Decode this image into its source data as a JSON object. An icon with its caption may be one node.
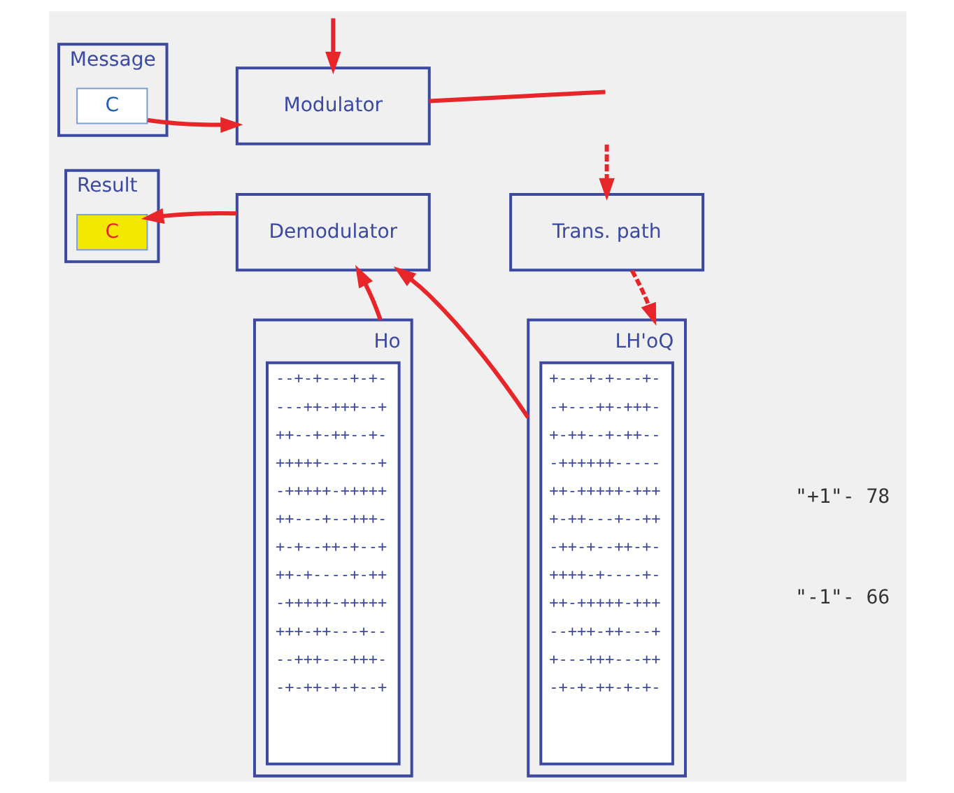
{
  "diagram": {
    "nodes": [
      {
        "text": [
          "Message"
        ]
      },
      {
        "text": [
          "C"
        ],
        "in": 0
      },
      {
        "text": [
          "Modulator"
        ]
      },
      {
        "text": [
          "Trans. path"
        ]
      },
      {
        "text": [
          "Result"
        ]
      },
      {
        "text": [
          "C"
        ],
        "in": 4
      },
      {
        "text": [
          "Demodulator"
        ]
      },
      {
        "text": [
          "Ho",
          "--+-+---+-+-",
          "---++-+++--+",
          "++--+-++--+-",
          "+++++------+",
          "-+++++-+++++",
          "++---+--+++-",
          "+-+--++-+--+",
          "++-+----+-++",
          "-+++++-+++++",
          "+++-++---+--",
          "--+++---+++-",
          "-+-++-+-+--+"
        ]
      },
      {
        "text": [
          "LH'oQ",
          "+---+-+---+-",
          "-+---++-+++-",
          "+-++--+-++--",
          "-++++++-----",
          "++-+++++-+++",
          "+-++---+--++",
          "-++-+--++-+-",
          "++++-+----+-",
          "++-+++++-+++",
          "--+++-++---+",
          "+---+++---++",
          "-+-+-++-+-+-"
        ]
      }
    ],
    "edges": [
      {
        "from": 1,
        "to": 2,
        "arrow": "to"
      },
      {
        "from": 2,
        "to": null,
        "arrow": "none"
      },
      {
        "from": null,
        "to": 2,
        "arrow": "to"
      },
      {
        "from": null,
        "to": 3,
        "arrow": "to",
        "style": "dashed"
      },
      {
        "from": 3,
        "to": 8,
        "arrow": "to",
        "style": "dashed"
      },
      {
        "from": 6,
        "to": 5,
        "arrow": "to"
      },
      {
        "from": 7,
        "to": 6,
        "arrow": "to"
      },
      {
        "from": 8,
        "to": 6,
        "arrow": "to"
      }
    ],
    "labels": [
      "\"+1\"- 78",
      "\"-1\"- 66"
    ]
  }
}
